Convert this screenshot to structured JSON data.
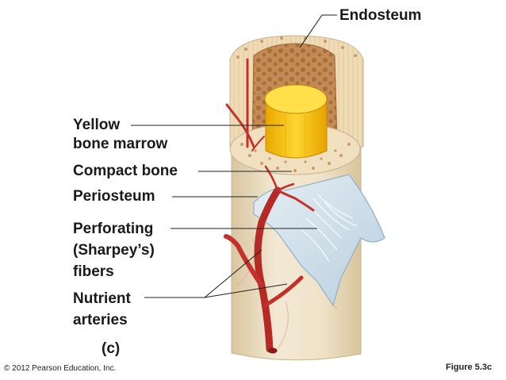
{
  "labels": {
    "endosteum": "Endosteum",
    "yellow_marrow_1": "Yellow",
    "yellow_marrow_2": "bone marrow",
    "compact_bone": "Compact bone",
    "periosteum": "Periosteum",
    "perforating_1": "Perforating",
    "perforating_2": "(Sharpey’s)",
    "perforating_3": "fibers",
    "nutrient_1": "Nutrient",
    "nutrient_2": "arteries"
  },
  "part_label": "(c)",
  "copyright": "© 2012 Pearson Education, Inc.",
  "figure_number": "Figure 5.3c",
  "colors": {
    "bone": "#eadcc0",
    "bone_shadow": "#d9c6a0",
    "marrow": "#f5c518",
    "spongy": "#c9935e",
    "artery": "#c4302b",
    "periosteum": "#c9dce8",
    "leader_line": "#222222"
  }
}
